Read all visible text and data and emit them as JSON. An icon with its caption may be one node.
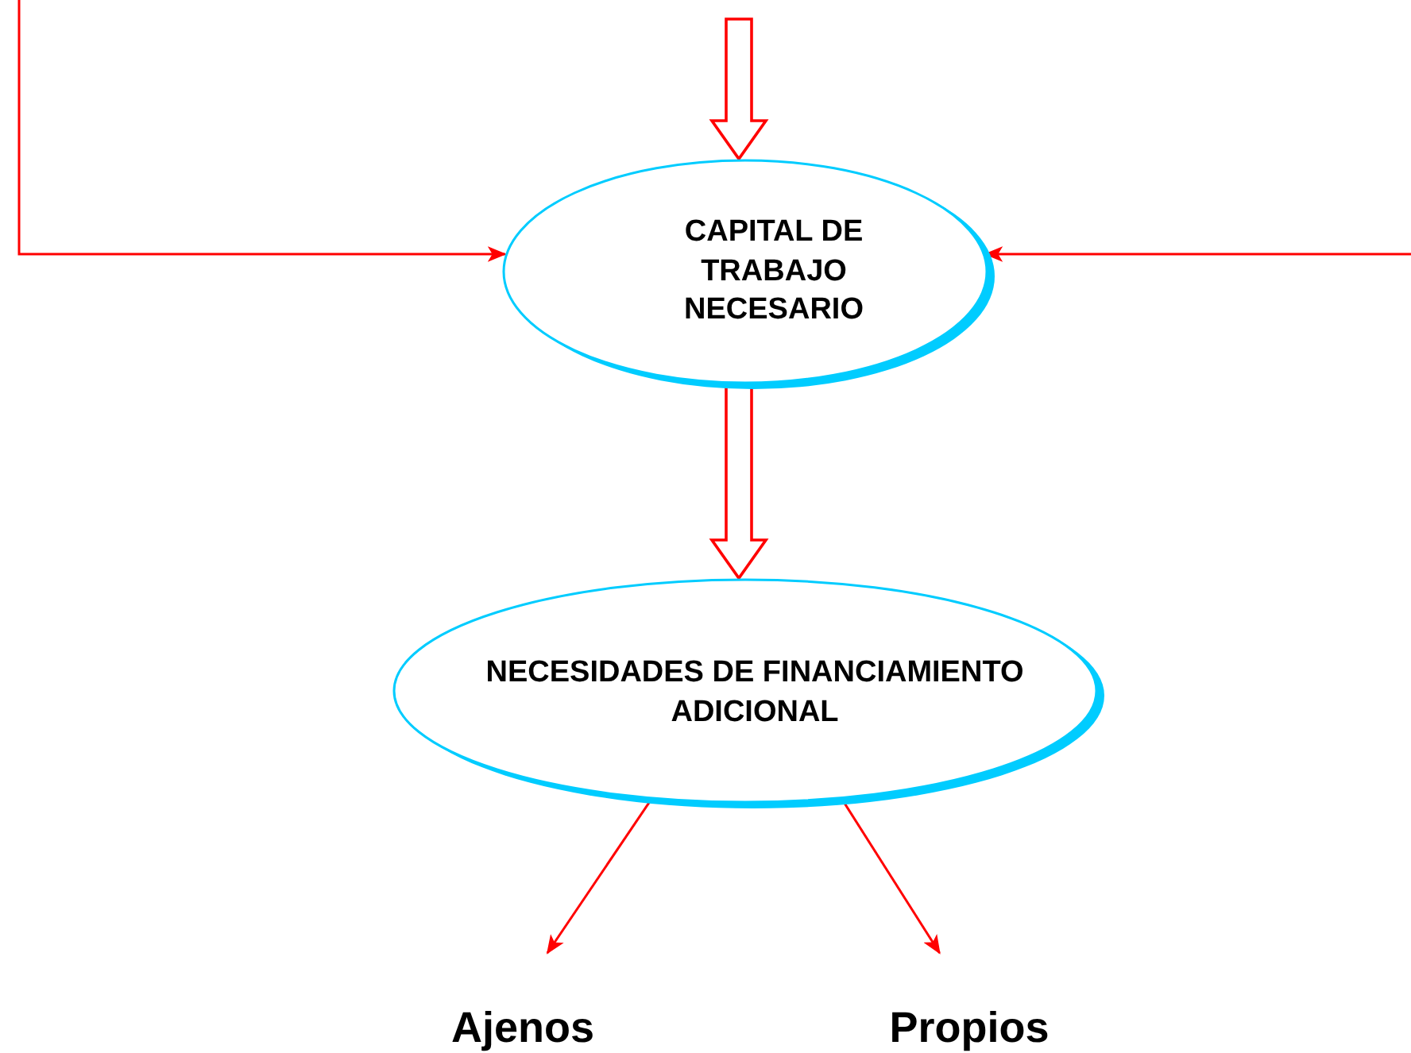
{
  "diagram": {
    "nodes": [
      {
        "text": [
          "CAPITAL DE TRABAJO NECESARIO"
        ]
      },
      {
        "text": [
          "NECESIDADES DE FINANCIAMIENTO ADICIONAL"
        ]
      },
      {
        "text": [
          "Ajenos"
        ]
      },
      {
        "text": [
          "Propios"
        ]
      }
    ],
    "edges": [
      {
        "from": null,
        "to": 0,
        "arrow": "to",
        "style": "thick"
      },
      {
        "from": null,
        "to": 0,
        "arrow": "to"
      },
      {
        "from": null,
        "to": 0,
        "arrow": "to"
      },
      {
        "from": 0,
        "to": 1,
        "arrow": "to",
        "style": "thick"
      },
      {
        "from": 1,
        "to": 2,
        "arrow": "to"
      },
      {
        "from": 1,
        "to": 3,
        "arrow": "to"
      }
    ]
  }
}
